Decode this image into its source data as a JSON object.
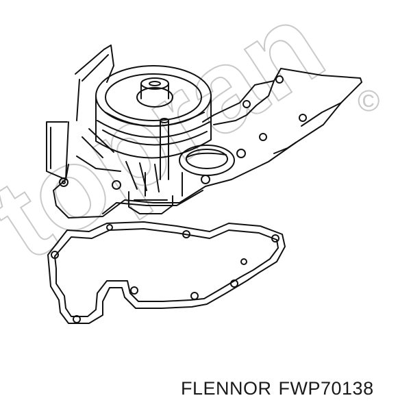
{
  "caption": {
    "brand": "FLENNOR",
    "part_number": "FWP70138"
  },
  "watermark": {
    "text": "topran",
    "symbol": "©"
  },
  "colors": {
    "line": "#111111",
    "watermark": "#c9c9c9",
    "background": "#ffffff",
    "caption": "#1a1a1a"
  }
}
